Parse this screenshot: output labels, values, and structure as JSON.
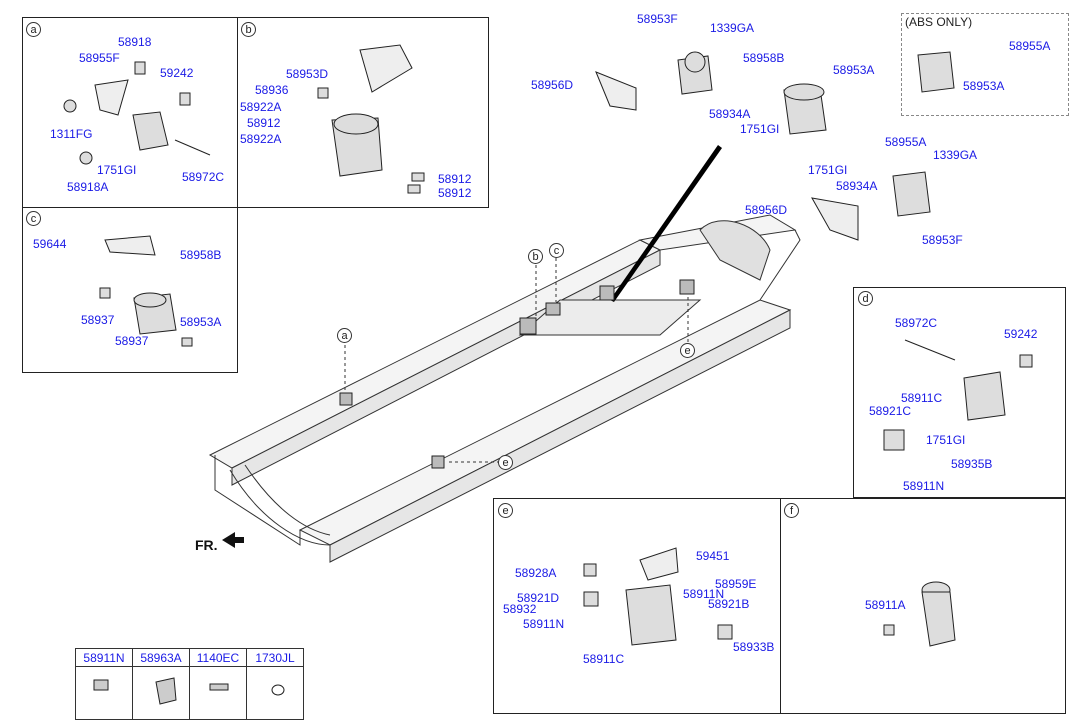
{
  "abs_only": "(ABS ONLY)",
  "direction": "FR.",
  "tags": {
    "a": "a",
    "b": "b",
    "c": "c",
    "d": "d",
    "e": "e",
    "f": "f"
  },
  "top_labels": {
    "l58953F_1": "58953F",
    "l1339GA_1": "1339GA",
    "l58956D_1": "58956D",
    "l58958B_1": "58958B",
    "l58934A_1": "58934A",
    "l1751GI_1": "1751GI",
    "l58953A_1": "58953A",
    "l58955A_1": "58955A",
    "l1751GI_2": "1751GI",
    "l58934A_2": "58934A",
    "l1339GA_2": "1339GA",
    "l58956D_2": "58956D",
    "l58953F_2": "58953F",
    "l58955A_abs": "58955A",
    "l58953A_abs": "58953A"
  },
  "panel_a": {
    "l1": "58918",
    "l2": "58955F",
    "l3": "59242",
    "l4": "1311FG",
    "l5": "1751GI",
    "l6": "58918A",
    "l7": "58972C"
  },
  "panel_b": {
    "l1": "58953D",
    "l2": "58936",
    "l3": "58922A",
    "l4": "58912",
    "l5": "58922A",
    "l6": "58912",
    "l7": "58912"
  },
  "panel_c": {
    "l1": "59644",
    "l2": "58958B",
    "l3": "58937",
    "l4": "58953A",
    "l5": "58937"
  },
  "panel_d": {
    "l1": "58972C",
    "l2": "59242",
    "l3": "58911C",
    "l4": "58921C",
    "l5": "1751GI",
    "l6": "58935B",
    "l7": "58911N"
  },
  "panel_e": {
    "l1": "59451",
    "l2": "58928A",
    "l3": "58959E",
    "l4": "58921D",
    "l5": "58911N",
    "l6": "58932",
    "l7": "58921B",
    "l8": "58911N",
    "l9": "58933B",
    "l10": "58911C"
  },
  "panel_f": {
    "l1": "58911A"
  },
  "legend": [
    "58911N",
    "58963A",
    "1140EC",
    "1730JL"
  ]
}
